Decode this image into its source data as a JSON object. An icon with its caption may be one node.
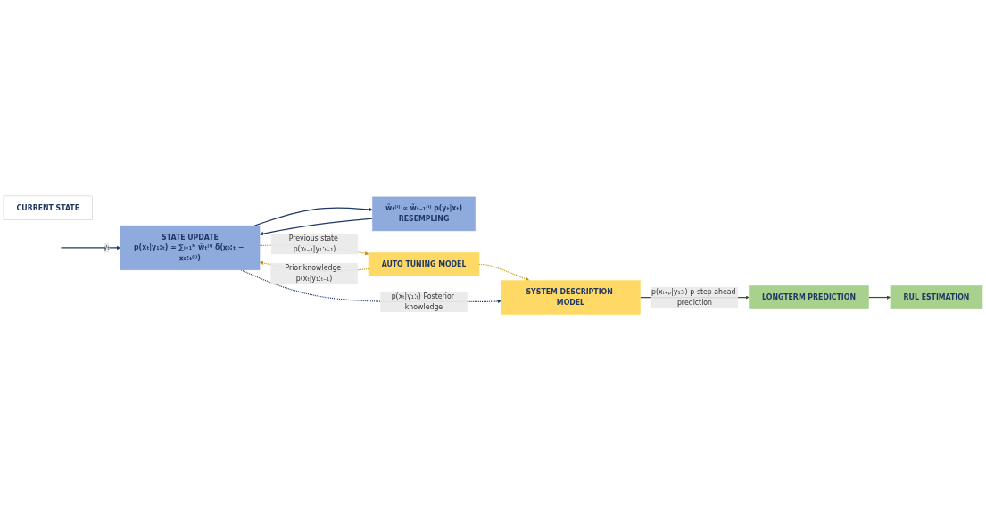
{
  "diagram": {
    "nodes": [
      {
        "text": [
          "CURRENT STATE"
        ]
      },
      {
        "text": [
          "STATE UPDATE",
          "p(xₜ|y₁:ₜ) ≃ ∑ᵢ₌₁ᴺ w̃ₜ⁽ⁱ⁾ δ(𝐱₀:ₜ − 𝐱₀:ₜ⁽ⁱ⁾)"
        ]
      },
      {
        "text": [
          "w̃ₜ⁽ⁱ⁾ ∝ w̃ₜ₋₁⁽ⁱ⁾ p(yₜ|xₜ)",
          "RESEMPLING"
        ]
      },
      {
        "text": [
          "AUTO TUNING MODEL"
        ]
      },
      {
        "text": [
          "SYSTEM DESCRIPTION MODEL"
        ]
      },
      {
        "text": [
          "LONGTERM PREDICTION"
        ]
      },
      {
        "text": [
          "RUL ESTIMATION"
        ]
      }
    ],
    "edges": [
      {
        "from": null,
        "to": 1,
        "arrow": "to",
        "label": "yₜ"
      },
      {
        "from": 1,
        "to": 2,
        "arrow": "to"
      },
      {
        "from": 2,
        "to": 1,
        "arrow": "to"
      },
      {
        "from": 3,
        "to": 1,
        "arrow": "to",
        "label": "Prior knowledge p(xₜ|y₁:ₜ₋₁)",
        "style": "dashed",
        "color": "#bf9000"
      },
      {
        "from": 1,
        "to": 3,
        "arrow": "to",
        "label": "Previous state p(xₜ₋₁|y₁:ₜ₋₁)",
        "style": "dashed",
        "color": "#bf9000"
      },
      {
        "from": 3,
        "to": 4,
        "arrow": "to",
        "style": "dashed",
        "color": "#bf9000"
      },
      {
        "from": 1,
        "to": 4,
        "arrow": "to",
        "label": "p(xₜ|y₁:ₜ) Posterior knowledge",
        "style": "dashed"
      },
      {
        "from": 4,
        "to": 5,
        "arrow": "to",
        "label": "p(xₜ₊ₚ|y₁:ₜ) p-step ahead prediction",
        "color": "#385723"
      },
      {
        "from": 5,
        "to": 6,
        "arrow": "to",
        "color": "#385723"
      }
    ]
  }
}
